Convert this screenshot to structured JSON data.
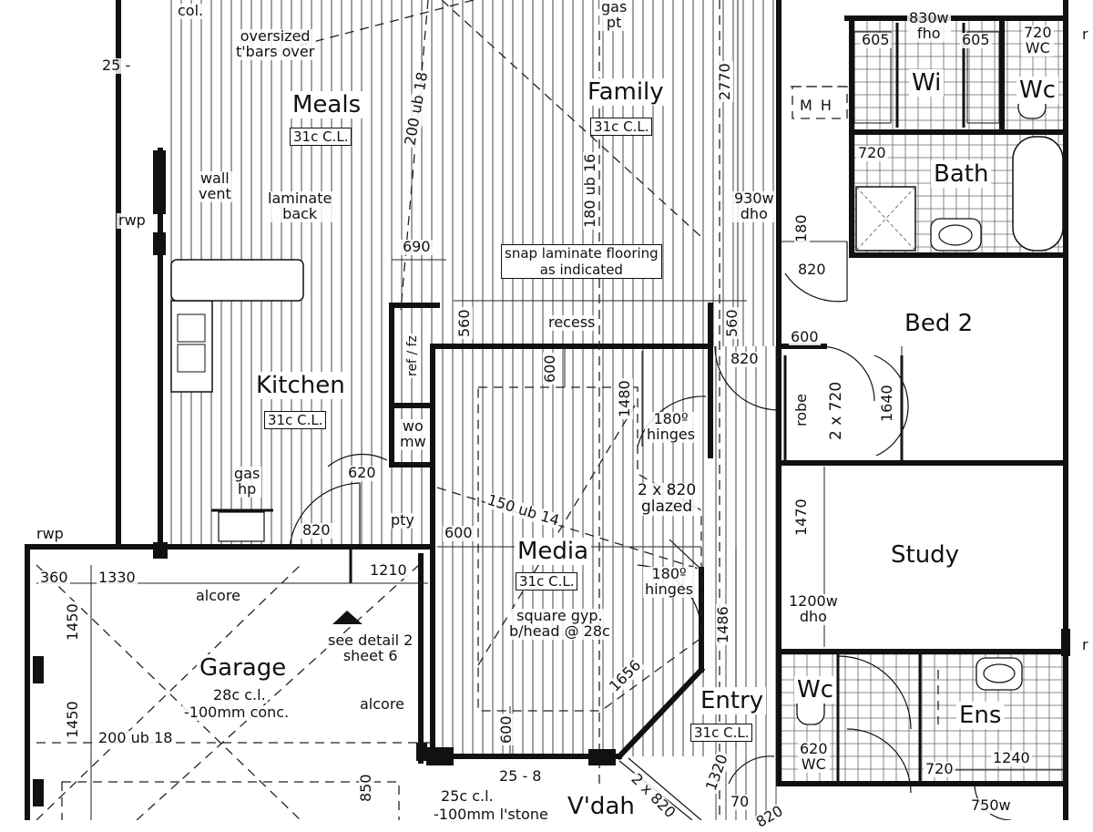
{
  "rooms": {
    "meals": "Meals",
    "family": "Family",
    "kitchen": "Kitchen",
    "media": "Media",
    "garage": "Garage",
    "bath": "Bath",
    "bed2": "Bed 2",
    "study": "Study",
    "entry": "Entry",
    "ens": "Ens",
    "wi": "Wi",
    "wc_top": "Wc",
    "wc_ens": "Wc",
    "vdah": "V'dah"
  },
  "ceilings": {
    "meals": "31c C.L.",
    "family": "31c C.L.",
    "kitchen": "31c C.L.",
    "media": "31c C.L.",
    "entry": "31c C.L."
  },
  "notes": {
    "col": "col.",
    "oversized_1": "oversized",
    "oversized_2": "t'bars over",
    "gas_1": "gas",
    "gas_2": "pt",
    "ub200_18": "200 ub 18",
    "ub180_16": "180 ub 16",
    "wall_vent_1": "wall",
    "wall_vent_2": "vent",
    "laminate_back_1": "laminate",
    "laminate_back_2": "back",
    "rwp_left": "rwp",
    "rwp_garage": "rwp",
    "snap_1": "snap laminate flooring",
    "snap_2": "as indicated",
    "recess": "recess",
    "ref": "ref / fz",
    "wo_1": "wo",
    "wo_2": "mw",
    "gas_hp_1": "gas",
    "gas_hp_2": "hp",
    "pty": "pty",
    "ub150_14": "150 ub 14",
    "hinges_top_1": "180º",
    "hinges_top_2": "hinges",
    "glazed_1": "2 x 820",
    "glazed_2": "glazed",
    "hinges_bot_1": "180º",
    "hinges_bot_2": "hinges",
    "sq_gyp_1": "square gyp.",
    "sq_gyp_2": "b/head @ 28c",
    "alcore_top": "alcore",
    "alcore_bot": "alcore",
    "see_detail_1": "see detail 2",
    "see_detail_2": "sheet 6",
    "garage_cl": "28c c.l.",
    "garage_conc": "-100mm conc.",
    "ub200_18_garage": "200 ub 18",
    "dho_930_1": "930w",
    "dho_930_2": "dho",
    "fho_830_1": "830w",
    "fho_830_2": "fho",
    "wc_720": "720",
    "wc_label": "WC",
    "mh": "M H",
    "robe": "robe",
    "robe_doors": "2 x 720",
    "dho_1200_1": "1200w",
    "dho_1200_2": "dho",
    "wc_620_1": "620",
    "wc_620_2": "WC",
    "dho_750": "750w",
    "stone_1": "25c c.l.",
    "stone_2": "-100mm l'stone",
    "vdah_25_8": "25 - 8",
    "vdah_door": "2 x 820",
    "r_right_top": "r",
    "r_right_mid": "r"
  },
  "dimensions": {
    "d25": "25 -",
    "d2770": "2770",
    "d690": "690",
    "d560a": "560",
    "d560b": "560",
    "d600_media_top": "600",
    "d1480": "1480",
    "d820_family": "820",
    "d620": "620",
    "d820_kitchen": "820",
    "d600_media_left": "600",
    "d1210": "1210",
    "d360": "360",
    "d1330": "1330",
    "d1450a": "1450",
    "d1450b": "1450",
    "d1656": "1656",
    "d1486": "1486",
    "d600_media_bot": "600",
    "d850": "850",
    "d1320": "1320",
    "d70": "70",
    "d820_bot": "820",
    "d605a": "605",
    "d605b": "605",
    "d720_bath": "720",
    "d180": "180",
    "d820_bath": "820",
    "d600_bed": "600",
    "d1640": "1640",
    "d1470": "1470",
    "d720_ens": "720",
    "d1240": "1240"
  }
}
